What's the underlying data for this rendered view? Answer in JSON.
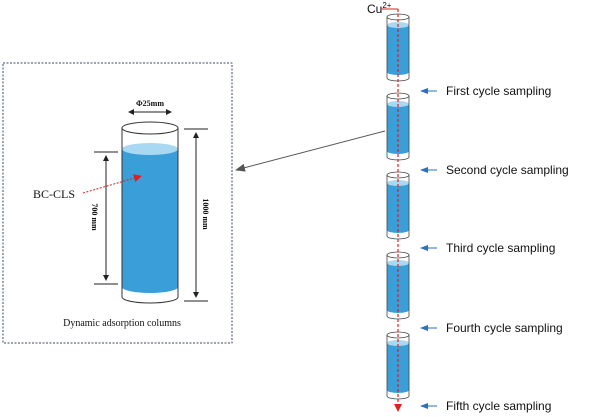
{
  "ion_label_main": "Cu",
  "ion_label_charge": "2+",
  "detail_box": {
    "material_label": "BC-CLS",
    "diameter_label": "Φ25mm",
    "liquid_height_label": "700 mm",
    "column_height_label": "1000 mm",
    "caption": "Dynamic adsorption columns"
  },
  "sampling_points": [
    {
      "label": "First cycle sampling"
    },
    {
      "label": "Second cycle sampling"
    },
    {
      "label": "Third cycle sampling"
    },
    {
      "label": "Fourth cycle sampling"
    },
    {
      "label": "Fifth cycle sampling"
    }
  ],
  "colors": {
    "liquid": "#3a9fd8",
    "liquid_top": "#a9d8f2",
    "flow_arrow": "#e02020",
    "sampling_arrow": "#2a6fc0",
    "box_border": "#3a4a6a"
  }
}
